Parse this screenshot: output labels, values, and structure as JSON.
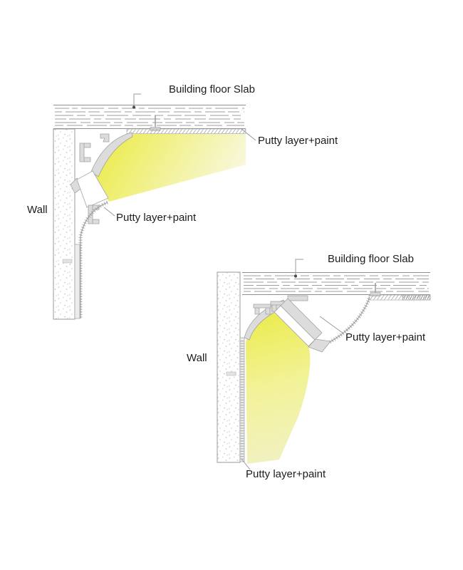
{
  "colors": {
    "beam_bright": "#ebeb49",
    "beam_mid": "#f2f297",
    "beam_pale": "#f8f8e0",
    "beam_pale_bottom": "#f1f1c2"
  },
  "diagram1": {
    "label_slab": "Building floor Slab",
    "label_wall": "Wall",
    "label_putty_ceiling": "Putty layer+paint",
    "label_putty_cove": "Putty layer+paint"
  },
  "diagram2": {
    "label_slab": "Building floor Slab",
    "label_wall": "Wall",
    "label_putty_cove": "Putty layer+paint",
    "label_putty_wall": "Putty layer+paint"
  }
}
